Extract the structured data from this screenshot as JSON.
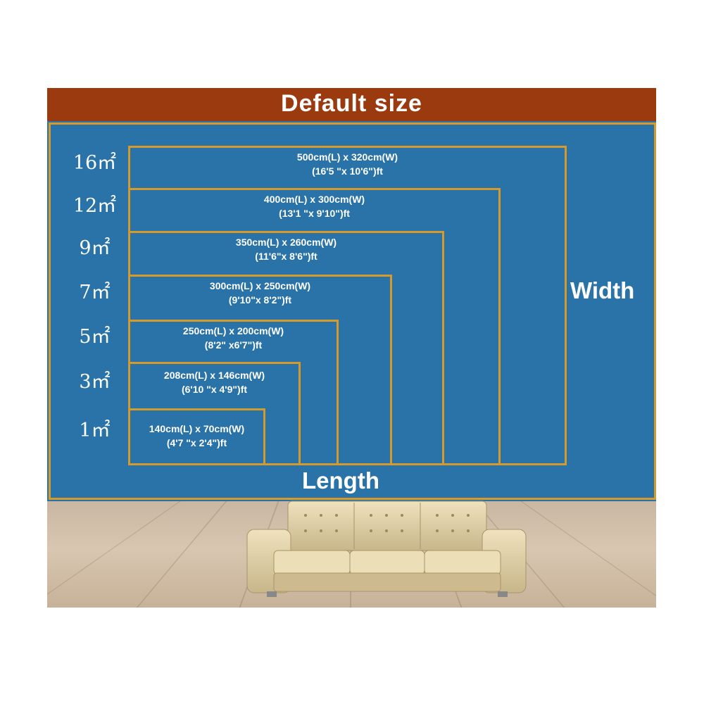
{
  "header": {
    "title": "Default size"
  },
  "axes": {
    "width_label": "Width",
    "length_label": "Length"
  },
  "sizes": [
    {
      "area": "16㎡",
      "dims": "500cm(L) x 320cm(W)",
      "feet": "(16'5 \"x 10'6\")ft"
    },
    {
      "area": "12㎡",
      "dims": "400cm(L) x 300cm(W)",
      "feet": "(13'1 \"x 9'10\")ft"
    },
    {
      "area": "9㎡",
      "dims": "350cm(L) x 260cm(W)",
      "feet": "(11'6\"x 8'6\")ft"
    },
    {
      "area": "7㎡",
      "dims": "300cm(L) x 250cm(W)",
      "feet": "(9'10\"x 8'2\")ft"
    },
    {
      "area": "5㎡",
      "dims": "250cm(L) x 200cm(W)",
      "feet": "(8'2\" x6'7\")ft"
    },
    {
      "area": "3㎡",
      "dims": "208cm(L) x 146cm(W)",
      "feet": "(6'10 \"x 4'9\")ft"
    },
    {
      "area": "1㎡",
      "dims": "140cm(L) x 70cm(W)",
      "feet": "(4'7 \"x 2'4\")ft"
    }
  ],
  "colors": {
    "header": "#9a3a0e",
    "wall": "#2a73a8",
    "outline": "#d49a2c",
    "text": "#ffffff"
  }
}
